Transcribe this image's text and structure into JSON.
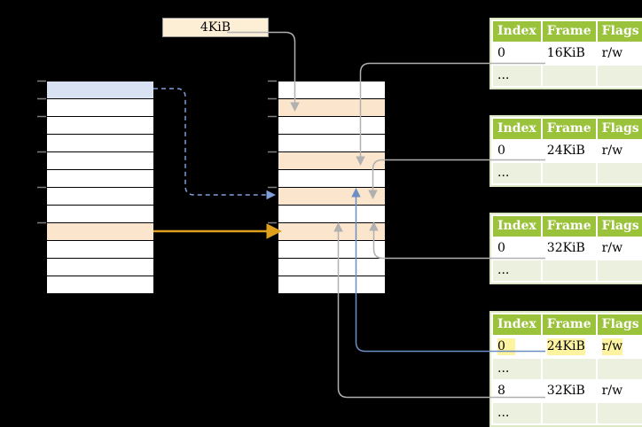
{
  "page_label": {
    "text": "4KiB"
  },
  "memory": {
    "left_column": {
      "row_fills": [
        "blue",
        "white",
        "white",
        "white",
        "white",
        "white",
        "white",
        "white",
        "orange",
        "white",
        "white",
        "white"
      ]
    },
    "middle_column": {
      "row_fills": [
        "white",
        "orange",
        "white",
        "white",
        "orange",
        "white",
        "orange",
        "white",
        "orange",
        "white",
        "white",
        "white"
      ]
    }
  },
  "tables": [
    {
      "name": "page-table-frame-16kib",
      "headers": [
        "Index",
        "Frame",
        "Flags"
      ],
      "rows": [
        {
          "cells": [
            "0",
            "16KiB",
            "r/w"
          ],
          "highlight": false
        },
        {
          "cells": [
            "...",
            "",
            ""
          ],
          "ellipsis": true
        }
      ]
    },
    {
      "name": "page-table-frame-24kib",
      "headers": [
        "Index",
        "Frame",
        "Flags"
      ],
      "rows": [
        {
          "cells": [
            "0",
            "24KiB",
            "r/w"
          ],
          "highlight": false
        },
        {
          "cells": [
            "...",
            "",
            ""
          ],
          "ellipsis": true
        }
      ]
    },
    {
      "name": "page-table-frame-32kib",
      "headers": [
        "Index",
        "Frame",
        "Flags"
      ],
      "rows": [
        {
          "cells": [
            "0",
            "32KiB",
            "r/w"
          ],
          "highlight": false
        },
        {
          "cells": [
            "...",
            "",
            ""
          ],
          "ellipsis": true
        }
      ]
    },
    {
      "name": "page-table-level2",
      "headers": [
        "Index",
        "Frame",
        "Flags"
      ],
      "rows": [
        {
          "cells": [
            "0",
            "24KiB",
            "r/w"
          ],
          "highlight": true
        },
        {
          "cells": [
            "...",
            "",
            ""
          ],
          "ellipsis": true
        },
        {
          "cells": [
            "8",
            "32KiB",
            "r/w"
          ],
          "highlight": false
        },
        {
          "cells": [
            "...",
            "",
            ""
          ],
          "ellipsis": true
        }
      ]
    }
  ],
  "colors": {
    "header_green": "#9bc23b",
    "ellipsis_row_green": "#ebf1de",
    "highlight_yellow": "#fdf3a0",
    "orange_row": "#fce5cd",
    "blue_row": "#d9e2f3",
    "label_box_fill": "#fcefd5",
    "arrow_gray": "#b0b0b0",
    "arrow_blue": "#6b8ec5",
    "arrow_dashed_blue": "#7f9fd9",
    "arrow_orange": "#dfa01d"
  }
}
